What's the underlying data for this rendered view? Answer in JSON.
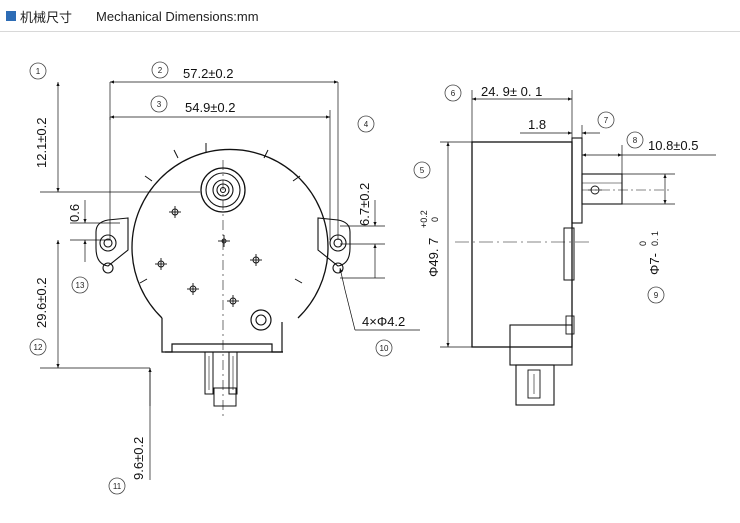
{
  "header": {
    "title_cn": "机械尺寸",
    "title_en": "Mechanical Dimensions:mm",
    "accent_color": "#2d6cb5"
  },
  "callouts": [
    "1",
    "2",
    "3",
    "4",
    "5",
    "6",
    "7",
    "8",
    "9",
    "10",
    "11",
    "12",
    "13"
  ],
  "dimensions": {
    "d2": "57.2±0.2",
    "d3": "54.9±0.2",
    "d1": "12.1±0.2",
    "d_06": "0.6",
    "d13": "29.6±0.2",
    "d4": "6.7±0.2",
    "d10": "4×Φ4.2",
    "d11": "9.6±0.2",
    "d6": "24. 9± 0. 1",
    "d7": "1.8",
    "d8": "10.8±0.5",
    "d5_main": "Φ49. 7",
    "d5_tol_upper": "+0.2",
    "d5_tol_lower": "0",
    "d9_main": "Φ7-",
    "d9_tol_upper": "0",
    "d9_tol_lower": "0. 1"
  }
}
